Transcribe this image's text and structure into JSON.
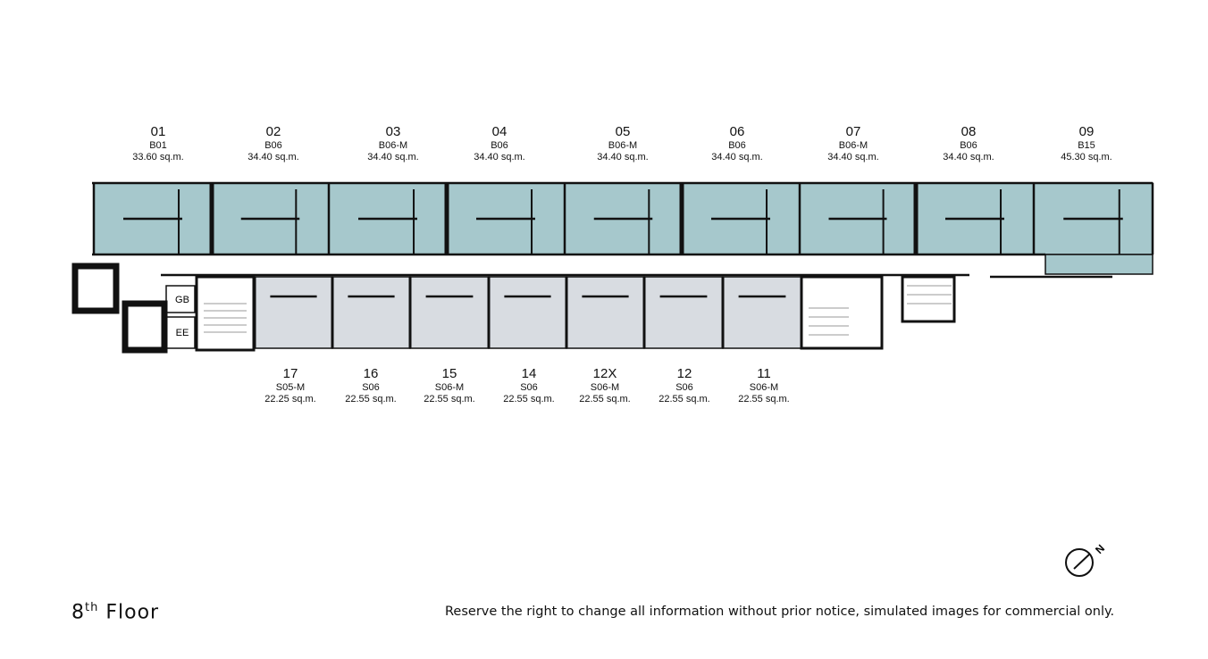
{
  "floor": {
    "number": "8",
    "suffix": "th",
    "word": "Floor"
  },
  "disclaimer": "Reserve the right to change all information without prior notice, simulated images for commercial only.",
  "north_label": "N",
  "common_areas": {
    "gb": "GB",
    "ee": "EE"
  },
  "colors": {
    "top_units": "#a6c8cc",
    "bottom_units": "#d8dce1",
    "walls": "#111111"
  },
  "top_units": [
    {
      "no": "01",
      "type": "B01",
      "area": "33.60 sq.m."
    },
    {
      "no": "02",
      "type": "B06",
      "area": "34.40 sq.m."
    },
    {
      "no": "03",
      "type": "B06-M",
      "area": "34.40 sq.m."
    },
    {
      "no": "04",
      "type": "B06",
      "area": "34.40 sq.m."
    },
    {
      "no": "05",
      "type": "B06-M",
      "area": "34.40 sq.m."
    },
    {
      "no": "06",
      "type": "B06",
      "area": "34.40 sq.m."
    },
    {
      "no": "07",
      "type": "B06-M",
      "area": "34.40 sq.m."
    },
    {
      "no": "08",
      "type": "B06",
      "area": "34.40 sq.m."
    },
    {
      "no": "09",
      "type": "B15",
      "area": "45.30 sq.m."
    }
  ],
  "bottom_units": [
    {
      "no": "17",
      "type": "S05-M",
      "area": "22.25 sq.m."
    },
    {
      "no": "16",
      "type": "S06",
      "area": "22.55 sq.m."
    },
    {
      "no": "15",
      "type": "S06-M",
      "area": "22.55 sq.m."
    },
    {
      "no": "14",
      "type": "S06",
      "area": "22.55 sq.m."
    },
    {
      "no": "12X",
      "type": "S06-M",
      "area": "22.55 sq.m."
    },
    {
      "no": "12",
      "type": "S06",
      "area": "22.55 sq.m."
    },
    {
      "no": "11",
      "type": "S06-M",
      "area": "22.55 sq.m."
    }
  ]
}
